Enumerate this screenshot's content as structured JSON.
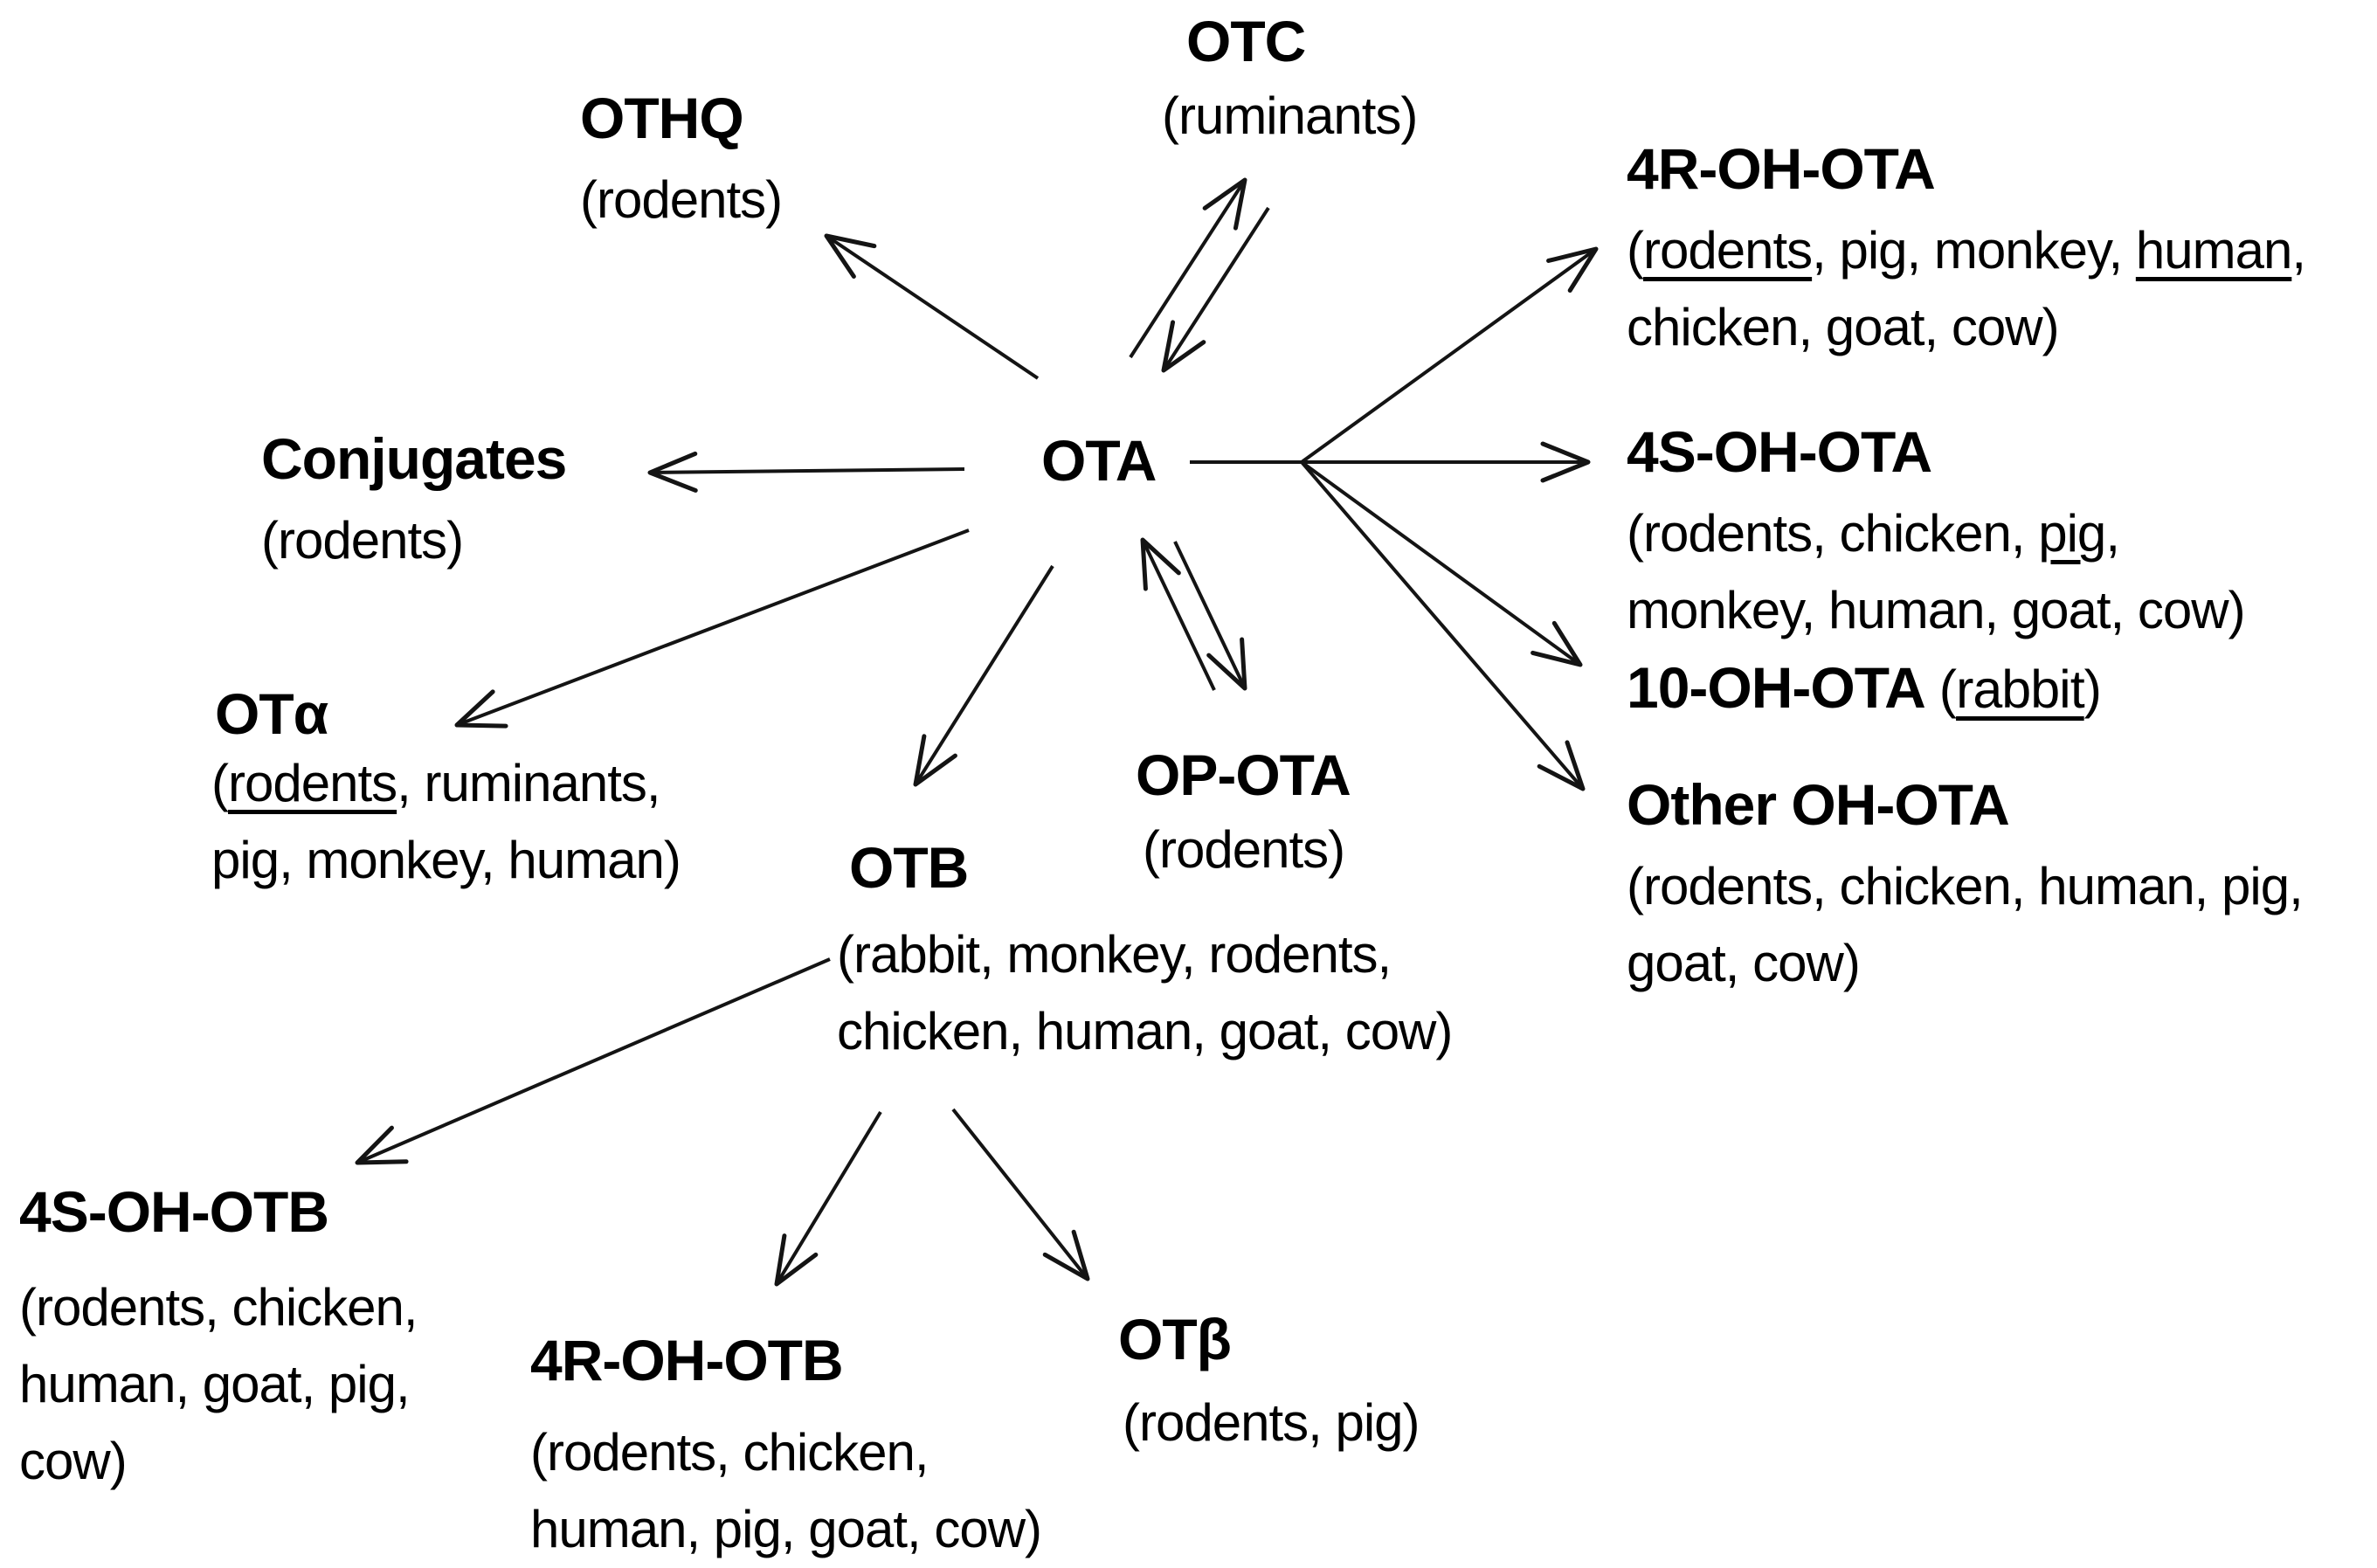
{
  "figure": {
    "background_color": "#ffffff",
    "text_color": "#000000",
    "line_color": "#141414",
    "nodes": [
      {
        "id": "ota",
        "title": "OTA",
        "species": []
      },
      {
        "id": "otc",
        "title": "OTC",
        "species": [
          [
            {
              "text": "(ruminants)"
            }
          ]
        ]
      },
      {
        "id": "othq",
        "title": "OTHQ",
        "species": [
          [
            {
              "text": "(rodents)"
            }
          ]
        ]
      },
      {
        "id": "4r-oh-ota",
        "title": "4R-OH-OTA",
        "species": [
          [
            {
              "text": "("
            },
            {
              "text": "rodents",
              "underline": true
            },
            {
              "text": ", pig, monkey, "
            },
            {
              "text": "human",
              "underline": true
            },
            {
              "text": ","
            }
          ],
          [
            {
              "text": "chicken, goat, cow)"
            }
          ]
        ]
      },
      {
        "id": "conjugates",
        "title": "Conjugates",
        "species": [
          [
            {
              "text": "(rodents)"
            }
          ]
        ]
      },
      {
        "id": "4s-oh-ota",
        "title": "4S-OH-OTA",
        "species": [
          [
            {
              "text": "(rodents, chicken, "
            },
            {
              "text": "pig",
              "underline": true
            },
            {
              "text": ","
            }
          ],
          [
            {
              "text": "monkey, human, goat, cow)"
            }
          ]
        ]
      },
      {
        "id": "10-oh-ota",
        "title": "10-OH-OTA",
        "title_suffix": [
          {
            "text": " ("
          },
          {
            "text": "rabbit",
            "underline": true
          },
          {
            "text": ")"
          }
        ],
        "species": []
      },
      {
        "id": "other-oh-ota",
        "title": "Other OH-OTA",
        "species": [
          [
            {
              "text": "(rodents, chicken, human, pig,"
            }
          ],
          [
            {
              "text": "goat, cow)"
            }
          ]
        ]
      },
      {
        "id": "ot-alpha",
        "title": "OTα",
        "species": [
          [
            {
              "text": "("
            },
            {
              "text": "rodents",
              "underline": true
            },
            {
              "text": ", ruminants,"
            }
          ],
          [
            {
              "text": "pig, monkey, human)"
            }
          ]
        ]
      },
      {
        "id": "op-ota",
        "title": "OP-OTA",
        "species": [
          [
            {
              "text": "(rodents)"
            }
          ]
        ]
      },
      {
        "id": "otb",
        "title": "OTB",
        "species": [
          [
            {
              "text": "(rabbit, monkey, rodents,"
            }
          ],
          [
            {
              "text": "chicken, human, goat, cow)"
            }
          ]
        ]
      },
      {
        "id": "4s-oh-otb",
        "title": "4S-OH-OTB",
        "species": [
          [
            {
              "text": "(rodents, chicken,"
            }
          ],
          [
            {
              "text": "human, goat, pig,"
            }
          ],
          [
            {
              "text": "cow)"
            }
          ]
        ]
      },
      {
        "id": "4r-oh-otb",
        "title": "4R-OH-OTB",
        "species": [
          [
            {
              "text": "(rodents, chicken,"
            }
          ],
          [
            {
              "text": "human, pig, goat, cow)"
            }
          ]
        ]
      },
      {
        "id": "ot-beta",
        "title": "OTβ",
        "species": [
          [
            {
              "text": "(rodents, pig)"
            }
          ]
        ]
      }
    ],
    "edges": [
      {
        "id": "ota-othq",
        "from": "ota",
        "to": "othq",
        "bidirectional": false
      },
      {
        "id": "ota-otc",
        "from": "ota",
        "to": "otc",
        "bidirectional": true
      },
      {
        "id": "ota-conjugates",
        "from": "ota",
        "to": "conjugates",
        "bidirectional": false
      },
      {
        "id": "ota-ot-alpha",
        "from": "ota",
        "to": "ot-alpha",
        "bidirectional": false
      },
      {
        "id": "ota-otb",
        "from": "ota",
        "to": "otb",
        "bidirectional": false
      },
      {
        "id": "ota-op-ota",
        "from": "ota",
        "to": "op-ota",
        "bidirectional": true
      },
      {
        "id": "ota-4r-oh-ota",
        "from": "ota",
        "to": "4r-oh-ota",
        "bidirectional": false
      },
      {
        "id": "ota-4s-oh-ota",
        "from": "ota",
        "to": "4s-oh-ota",
        "bidirectional": false
      },
      {
        "id": "ota-10-oh-ota",
        "from": "ota",
        "to": "10-oh-ota",
        "bidirectional": false
      },
      {
        "id": "ota-other-oh-ota",
        "from": "ota",
        "to": "other-oh-ota",
        "bidirectional": false
      },
      {
        "id": "otb-4s-oh-otb",
        "from": "otb",
        "to": "4s-oh-otb",
        "bidirectional": false
      },
      {
        "id": "otb-4r-oh-otb",
        "from": "otb",
        "to": "4r-oh-otb",
        "bidirectional": false
      },
      {
        "id": "otb-ot-beta",
        "from": "otb",
        "to": "ot-beta",
        "bidirectional": false
      }
    ]
  }
}
